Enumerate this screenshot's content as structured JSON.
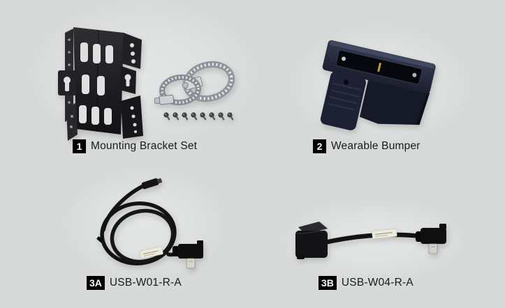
{
  "figure": {
    "background_color": "#d8dad9",
    "label_text_color": "#1a1a1a",
    "badge_background": "#000000",
    "badge_text_color": "#ffffff"
  },
  "items": [
    {
      "badge": "1",
      "name": "Mounting Bracket Set",
      "image": "mounting-bracket-set-photo"
    },
    {
      "badge": "2",
      "name": "Wearable Bumper",
      "image": "wearable-bumper-photo"
    },
    {
      "badge": "3A",
      "name": "USB-W01-R-A",
      "image": "coiled-usb-cable-photo"
    },
    {
      "badge": "3B",
      "name": "USB-W04-R-A",
      "image": "right-angle-usb-adapter-photo"
    }
  ]
}
